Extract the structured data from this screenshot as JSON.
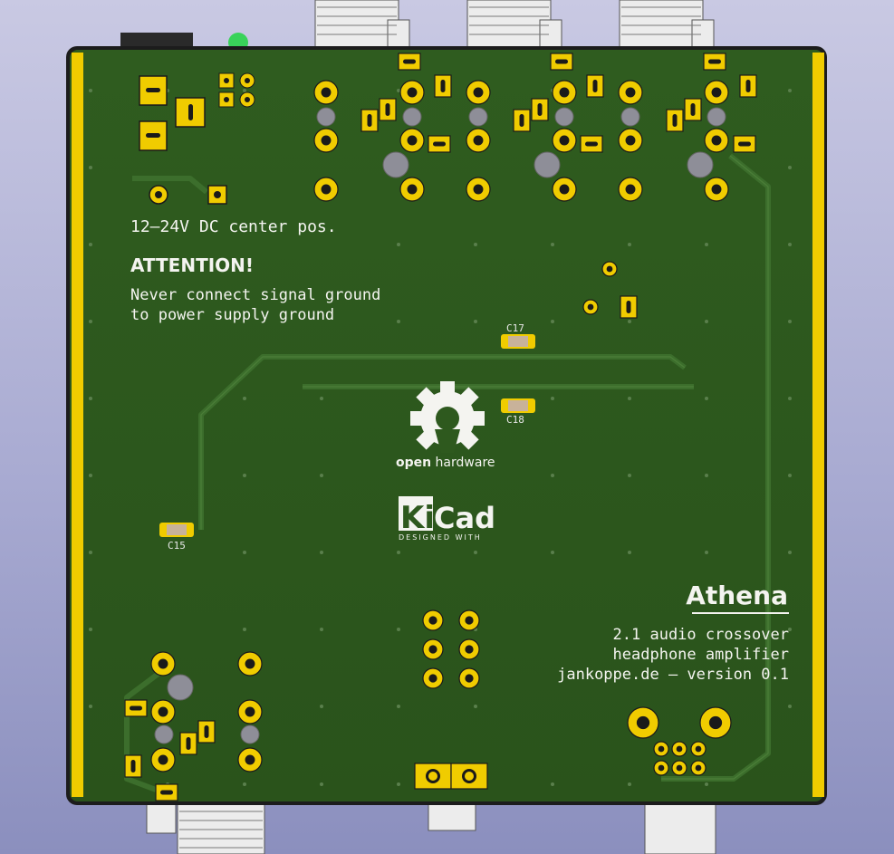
{
  "board": {
    "power_label": "12–24V DC center pos.",
    "attention_title": "ATTENTION!",
    "warning_line1": "Never connect signal ground",
    "warning_line2": "to power supply ground",
    "title": "Athena",
    "subtitle_line1": "2.1 audio crossover",
    "subtitle_line2": "headphone amplifier",
    "subtitle_line3": "jankoppe.de – version 0.1"
  },
  "logos": {
    "oshw_bold": "open",
    "oshw_rest": " hardware",
    "kicad_k": "Ki",
    "kicad_rest": "Cad",
    "kicad_tag": "DESIGNED WITH"
  },
  "refs": {
    "c17": "C17",
    "c18": "C18",
    "c15": "C15"
  },
  "colors": {
    "soldermask": "#2f5a1e",
    "pad": "#f0cc00",
    "copper_trace": "#3a6d2b",
    "edge": "#202020",
    "background": "#b4b6d8"
  }
}
